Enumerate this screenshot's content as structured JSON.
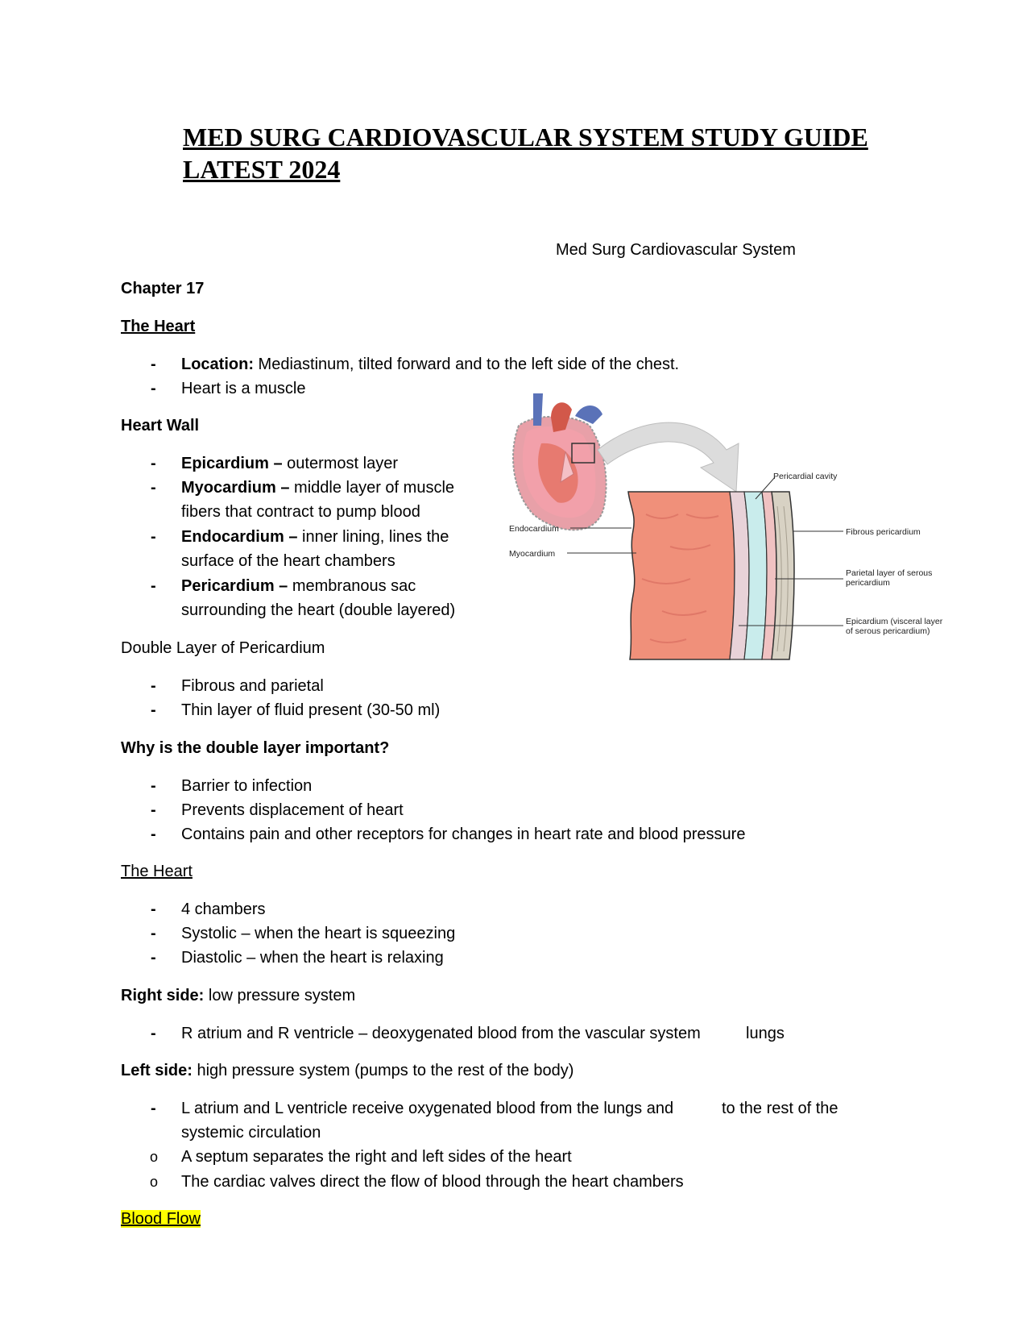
{
  "title_line1": "MED SURG CARDIOVASCULAR SYSTEM STUDY GUIDE",
  "title_line2": "LATEST 2024",
  "subtitle": "Med Surg Cardiovascular System",
  "chapter": "Chapter 17",
  "heart_heading": "The Heart",
  "heart_items": [
    {
      "bold": "Location:",
      "text": " Mediastinum, tilted forward and to the left side of the chest."
    },
    {
      "bold": "",
      "text": "Heart is a muscle"
    }
  ],
  "wall_heading": "Heart Wall",
  "wall_items": [
    {
      "bold": "Epicardium –",
      "line1": " outermost layer",
      "line2": ""
    },
    {
      "bold": "Myocardium –",
      "line1": " middle layer of muscle",
      "line2": "fibers that contract to pump blood"
    },
    {
      "bold": "Endocardium –",
      "line1": " inner lining, lines the",
      "line2": "surface of the heart chambers"
    },
    {
      "bold": "Pericardium –",
      "line1": " membranous sac",
      "line2": "surrounding the heart (double layered)"
    }
  ],
  "double_heading": "Double Layer of Pericardium",
  "double_items": [
    "Fibrous and parietal",
    "Thin layer of fluid present (30-50 ml)"
  ],
  "why_heading": "Why is the double layer important?",
  "why_items": [
    "Barrier to infection",
    "Prevents displacement of heart",
    "Contains pain and other receptors for changes in heart rate and blood pressure"
  ],
  "heart2_heading": "The Heart",
  "heart2_items": [
    "4 chambers",
    "Systolic – when the heart is squeezing",
    "Diastolic – when the heart is relaxing"
  ],
  "right_bold": "Right side:",
  "right_text": " low pressure system",
  "right_item": "R atrium and R ventricle – deoxygenated blood from the vascular system",
  "right_item_end": "lungs",
  "left_bold": "Left side:",
  "left_text": " high pressure system (pumps to the rest of the body)",
  "left_item_line1": "L atrium and L ventricle receive oxygenated blood from the lungs and",
  "left_item_line1_end": "to the rest of the",
  "left_item_line2": "systemic circulation",
  "sub_items": [
    "A septum separates the right and left sides of the heart",
    "The cardiac valves direct the flow of blood through the heart chambers"
  ],
  "blood_flow": "Blood Flow",
  "figure_labels": {
    "endocardium": "Endocardium",
    "myocardium": "Myocardium",
    "pericardial_cavity": "Pericardial cavity",
    "fibrous_pericardium": "Fibrous pericardium",
    "parietal_1": "Parietal layer of serous",
    "parietal_2": "pericardium",
    "epicardium_1": "Epicardium (visceral layer",
    "epicardium_2": "of serous pericardium)"
  },
  "colors": {
    "myocardium": "#f0907a",
    "highlight": "#ffff00",
    "vessel_blue": "#5a72b8",
    "aorta_red": "#d2584a",
    "pericardial_fluid": "#c9ecec"
  }
}
